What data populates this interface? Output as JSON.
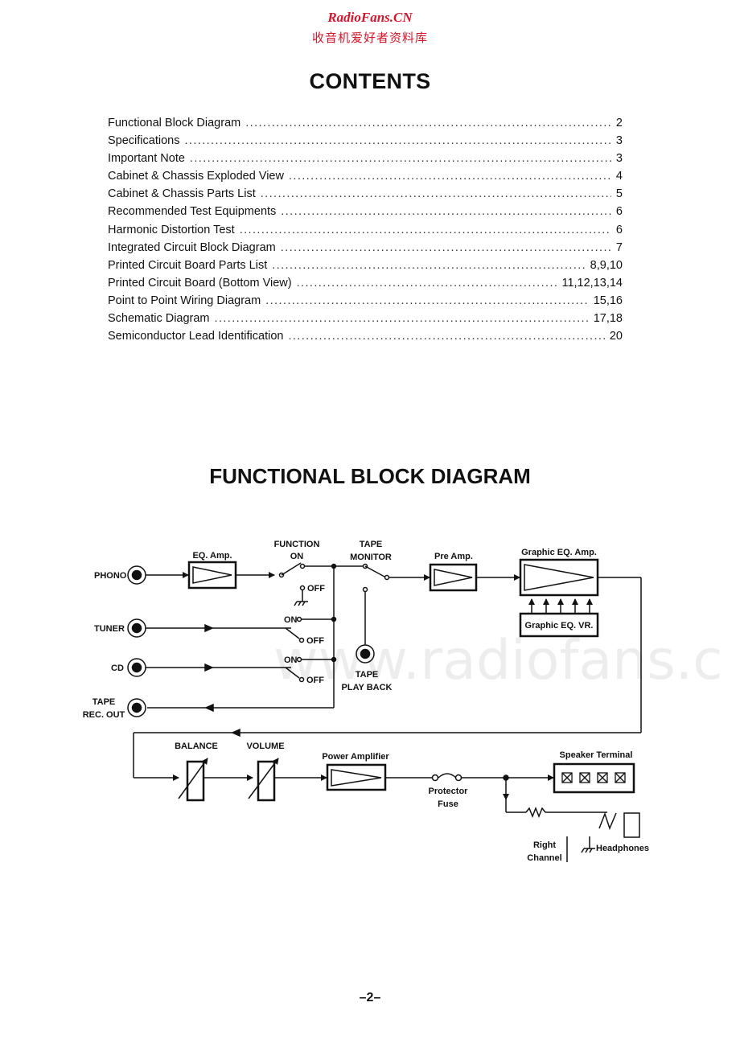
{
  "header": {
    "site": "RadioFans.CN",
    "subtitle": "收音机爱好者资料库"
  },
  "contents": {
    "title": "CONTENTS",
    "items": [
      {
        "title": "Functional Block Diagram",
        "page": "2"
      },
      {
        "title": "Specifications",
        "page": "3"
      },
      {
        "title": "Important Note",
        "page": "3"
      },
      {
        "title": "Cabinet & Chassis Exploded View",
        "page": "4"
      },
      {
        "title": "Cabinet & Chassis Parts List",
        "page": "5"
      },
      {
        "title": "Recommended Test Equipments",
        "page": "6"
      },
      {
        "title": "Harmonic Distortion Test",
        "page": "6"
      },
      {
        "title": "Integrated Circuit Block Diagram",
        "page": "7"
      },
      {
        "title": "Printed Circuit Board Parts List",
        "page": "8,9,10"
      },
      {
        "title": "Printed Circuit Board (Bottom View)",
        "page": "11,12,13,14"
      },
      {
        "title": "Point to Point Wiring Diagram",
        "page": "15,16"
      },
      {
        "title": "Schematic Diagram",
        "page": "17,18"
      },
      {
        "title": "Semiconductor Lead Identification",
        "page": "20"
      }
    ]
  },
  "diagram": {
    "title": "FUNCTIONAL BLOCK DIAGRAM",
    "labels": {
      "phono": "PHONO",
      "tuner": "TUNER",
      "cd": "CD",
      "tape_rec_1": "TAPE",
      "tape_rec_2": "REC. OUT",
      "eq_amp": "EQ. Amp.",
      "function_1": "FUNCTION",
      "function_2": "ON",
      "off1": "OFF",
      "on2": "ON",
      "off2": "OFF",
      "on3": "ON",
      "off3": "OFF",
      "tape_monitor_1": "TAPE",
      "tape_monitor_2": "MONITOR",
      "tape_play_1": "TAPE",
      "tape_play_2": "PLAY BACK",
      "pre_amp": "Pre Amp.",
      "graphic_eq_amp": "Graphic EQ. Amp.",
      "graphic_eq_vr": "Graphic EQ. VR.",
      "balance": "BALANCE",
      "volume": "VOLUME",
      "power_amp": "Power Amplifier",
      "protector_1": "Protector",
      "protector_2": "Fuse",
      "speaker_terminal": "Speaker Terminal",
      "right_1": "Right",
      "right_2": "Channel",
      "headphones": "Headphones"
    }
  },
  "watermark": "www.radiofans.c",
  "page_number": "–2–"
}
